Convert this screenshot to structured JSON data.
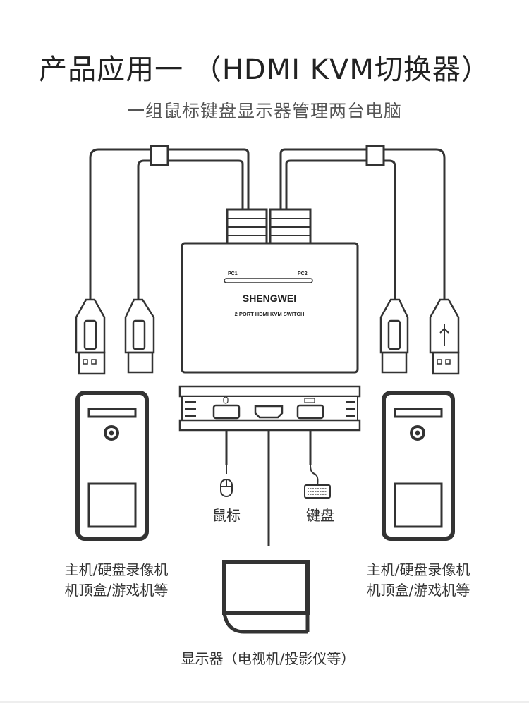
{
  "title": "产品应用一 （HDMI KVM切换器）",
  "subtitle": "一组鼠标键盘显示器管理两台电脑",
  "switch": {
    "port1": "PC1",
    "port2": "PC2",
    "brand": "SHENGWEI",
    "model": "2 PORT HDMI KVM SWITCH"
  },
  "peripherals": {
    "mouse": "鼠标",
    "keyboard": "键盘"
  },
  "computers": {
    "left": {
      "line1": "主机/硬盘录像机",
      "line2": "机顶盒/游戏机等"
    },
    "right": {
      "line1": "主机/硬盘录像机",
      "line2": "机顶盒/游戏机等"
    }
  },
  "display": "显示器（电视机/投影仪等）",
  "colors": {
    "stroke": "#333333",
    "text": "#222222",
    "subtext": "#555555"
  }
}
